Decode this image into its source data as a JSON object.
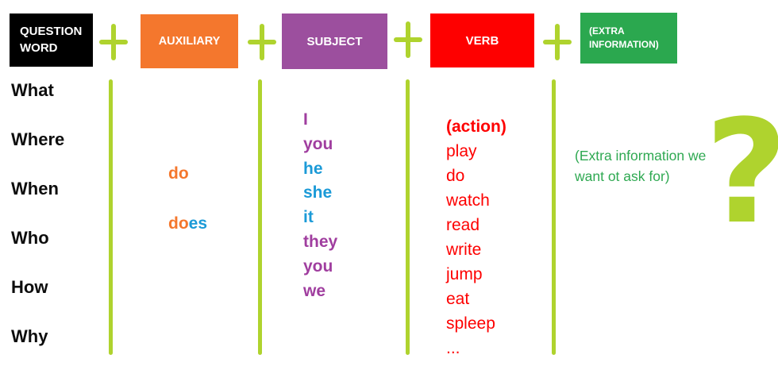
{
  "colors": {
    "lime": "#AFD32E",
    "black_box": "#000000",
    "orange": "#F4772D",
    "purple_box": "#9C4F9E",
    "red": "#FE0000",
    "green_box": "#2BA84F",
    "blue_text": "#1B9AD7",
    "purple_text": "#A03E9F",
    "orange_text": "#F4772D",
    "red_text": "#FE0000",
    "green_text": "#2FA952"
  },
  "header": {
    "boxes": [
      {
        "label": "QUESTION WORD",
        "bg": "#000000"
      },
      {
        "label": "AUXILIARY",
        "bg": "#F4772D"
      },
      {
        "label": "SUBJECT",
        "bg": "#9C4F9E"
      },
      {
        "label": "VERB",
        "bg": "#FE0000"
      },
      {
        "label": "(EXTRA INFORMATION)",
        "bg": "#2BA84F"
      }
    ],
    "plus_symbol": "+"
  },
  "question_words": {
    "items": [
      "What",
      "Where",
      "When",
      "Who",
      "How",
      "Why"
    ]
  },
  "auxiliary": {
    "do": "do",
    "does_stem": "do",
    "does_ending": "es"
  },
  "subjects": {
    "items": [
      {
        "text": "I",
        "color": "#A03E9F"
      },
      {
        "text": "you",
        "color": "#A03E9F"
      },
      {
        "text": "he",
        "color": "#1B9AD7"
      },
      {
        "text": "she",
        "color": "#1B9AD7"
      },
      {
        "text": "it",
        "color": "#1B9AD7"
      },
      {
        "text": "they",
        "color": "#A03E9F"
      },
      {
        "text": "you",
        "color": "#A03E9F"
      },
      {
        "text": "we",
        "color": "#A03E9F"
      }
    ]
  },
  "verbs": {
    "heading": "(action)",
    "items": [
      "play",
      "do",
      "watch",
      "read",
      "write",
      "jump",
      "eat",
      "spleep",
      "..."
    ]
  },
  "extra_note": {
    "text": "(Extra information we want ot ask for)"
  },
  "question_mark": {
    "symbol": "?"
  }
}
